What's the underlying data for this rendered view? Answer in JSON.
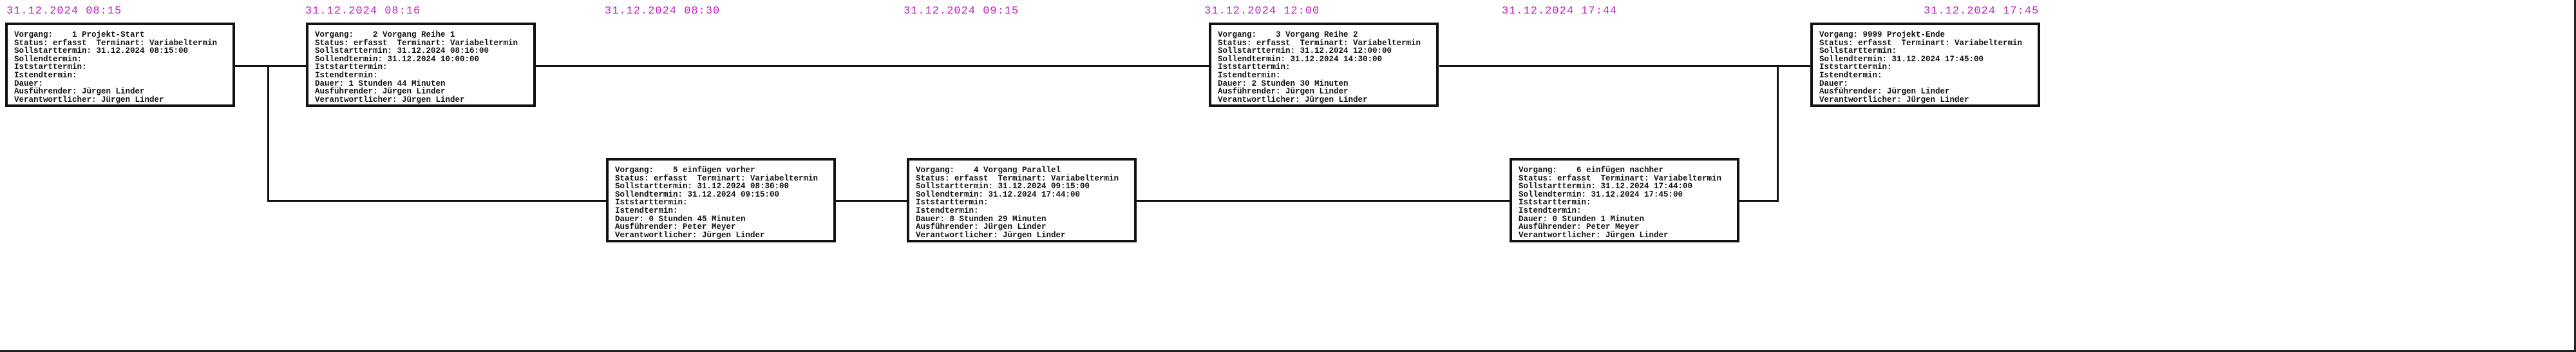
{
  "timeline": [
    "31.12.2024 08:15",
    "31.12.2024 08:16",
    "31.12.2024 08:30",
    "31.12.2024 09:15",
    "31.12.2024 12:00",
    "31.12.2024 17:44",
    "31.12.2024 17:45"
  ],
  "tasks": [
    {
      "id": "1",
      "lines": [
        "Vorgang:    1 Projekt-Start",
        "Status: erfasst  Terminart: Variabeltermin",
        "Sollstarttermin: 31.12.2024 08:15:00",
        "Sollendtermin:",
        "Iststarttermin:",
        "Istendtermin:",
        "Dauer:",
        "Ausführender: Jürgen Linder",
        "Verantwortlicher: Jürgen Linder"
      ]
    },
    {
      "id": "2",
      "lines": [
        "Vorgang:    2 Vorgang Reihe 1",
        "Status: erfasst  Terminart: Variabeltermin",
        "Sollstarttermin: 31.12.2024 08:16:00",
        "Sollendtermin: 31.12.2024 10:00:00",
        "Iststarttermin:",
        "Istendtermin:",
        "Dauer: 1 Stunden 44 Minuten",
        "Ausführender: Jürgen Linder",
        "Verantwortlicher: Jürgen Linder"
      ]
    },
    {
      "id": "3",
      "lines": [
        "Vorgang:    3 Vorgang Reihe 2",
        "Status: erfasst  Terminart: Variabeltermin",
        "Sollstarttermin: 31.12.2024 12:00:00",
        "Sollendtermin: 31.12.2024 14:30:00",
        "Iststarttermin:",
        "Istendtermin:",
        "Dauer: 2 Stunden 30 Minuten",
        "Ausführender: Jürgen Linder",
        "Verantwortlicher: Jürgen Linder"
      ]
    },
    {
      "id": "9999",
      "lines": [
        "Vorgang: 9999 Projekt-Ende",
        "Status: erfasst  Terminart: Variabeltermin",
        "Sollstarttermin:",
        "Sollendtermin: 31.12.2024 17:45:00",
        "Iststarttermin:",
        "Istendtermin:",
        "Dauer:",
        "Ausführender: Jürgen Linder",
        "Verantwortlicher: Jürgen Linder"
      ]
    },
    {
      "id": "5",
      "lines": [
        "Vorgang:    5 einfügen vorher",
        "Status: erfasst  Terminart: Variabeltermin",
        "Sollstarttermin: 31.12.2024 08:30:00",
        "Sollendtermin: 31.12.2024 09:15:00",
        "Iststarttermin:",
        "Istendtermin:",
        "Dauer: 0 Stunden 45 Minuten",
        "Ausführender: Peter Meyer",
        "Verantwortlicher: Jürgen Linder"
      ]
    },
    {
      "id": "4",
      "lines": [
        "Vorgang:    4 Vorgang Parallel",
        "Status: erfasst  Terminart: Variabeltermin",
        "Sollstarttermin: 31.12.2024 09:15:00",
        "Sollendtermin: 31.12.2024 17:44:00",
        "Iststarttermin:",
        "Istendtermin:",
        "Dauer: 8 Stunden 29 Minuten",
        "Ausführender: Jürgen Linder",
        "Verantwortlicher: Jürgen Linder"
      ]
    },
    {
      "id": "6",
      "lines": [
        "Vorgang:    6 einfügen nachher",
        "Status: erfasst  Terminart: Variabeltermin",
        "Sollstarttermin: 31.12.2024 17:44:00",
        "Sollendtermin: 31.12.2024 17:45:00",
        "Iststarttermin:",
        "Istendtermin:",
        "Dauer: 0 Stunden 1 Minuten",
        "Ausführender: Peter Meyer",
        "Verantwortlicher: Jürgen Linder"
      ]
    }
  ]
}
